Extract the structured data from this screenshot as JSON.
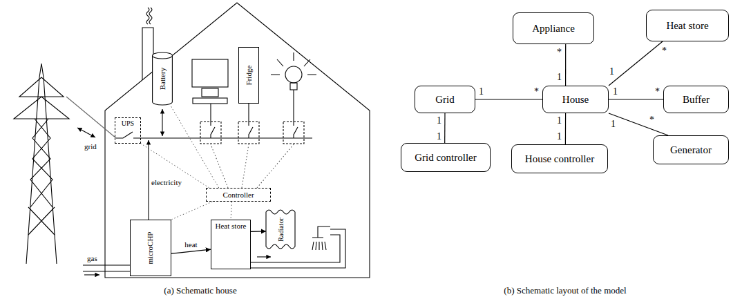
{
  "diagram": {
    "nodes": [
      {
        "text": [
          "Battery"
        ]
      },
      {
        "text": [
          "Fridge"
        ]
      },
      {
        "text": [
          "UPS"
        ]
      },
      {
        "text": [
          "Controller"
        ]
      },
      {
        "text": [
          "microCHP"
        ]
      },
      {
        "text": [
          "Heat store"
        ]
      },
      {
        "text": [
          "Radiator"
        ]
      },
      {
        "text": [
          "Appliance"
        ]
      },
      {
        "text": [
          "Heat store"
        ]
      },
      {
        "text": [
          "Grid"
        ]
      },
      {
        "text": [
          "House"
        ]
      },
      {
        "text": [
          "Buffer"
        ]
      },
      {
        "text": [
          "Grid controller"
        ]
      },
      {
        "text": [
          "House controller"
        ]
      },
      {
        "text": [
          "Generator"
        ]
      }
    ],
    "edges": [
      {
        "from": 4,
        "to": 5,
        "arrow": "to",
        "label": "heat"
      },
      {
        "from": 5,
        "to": 6,
        "arrow": "to"
      },
      {
        "from": 3,
        "to": 2,
        "arrow": "none"
      },
      {
        "from": 3,
        "to": 0,
        "arrow": "none"
      },
      {
        "from": 3,
        "to": 4,
        "arrow": "none"
      },
      {
        "from": 3,
        "to": 5,
        "arrow": "none"
      },
      {
        "from": 7,
        "to": 10,
        "arrow": "none"
      },
      {
        "from": 8,
        "to": 10,
        "arrow": "none"
      },
      {
        "from": 9,
        "to": 10,
        "arrow": "none"
      },
      {
        "from": 10,
        "to": 11,
        "arrow": "none"
      },
      {
        "from": 10,
        "to": 14,
        "arrow": "none"
      },
      {
        "from": 9,
        "to": 12,
        "arrow": "none"
      },
      {
        "from": 10,
        "to": 13,
        "arrow": "none"
      }
    ],
    "labels": [
      "grid",
      "electricity",
      "gas",
      "*",
      "1",
      "*",
      "1",
      "1",
      "*",
      "1",
      "*",
      "1",
      "*",
      "1",
      "1",
      "1",
      "1",
      "(a) Schematic house",
      "(b) Schematic layout of the model"
    ]
  }
}
